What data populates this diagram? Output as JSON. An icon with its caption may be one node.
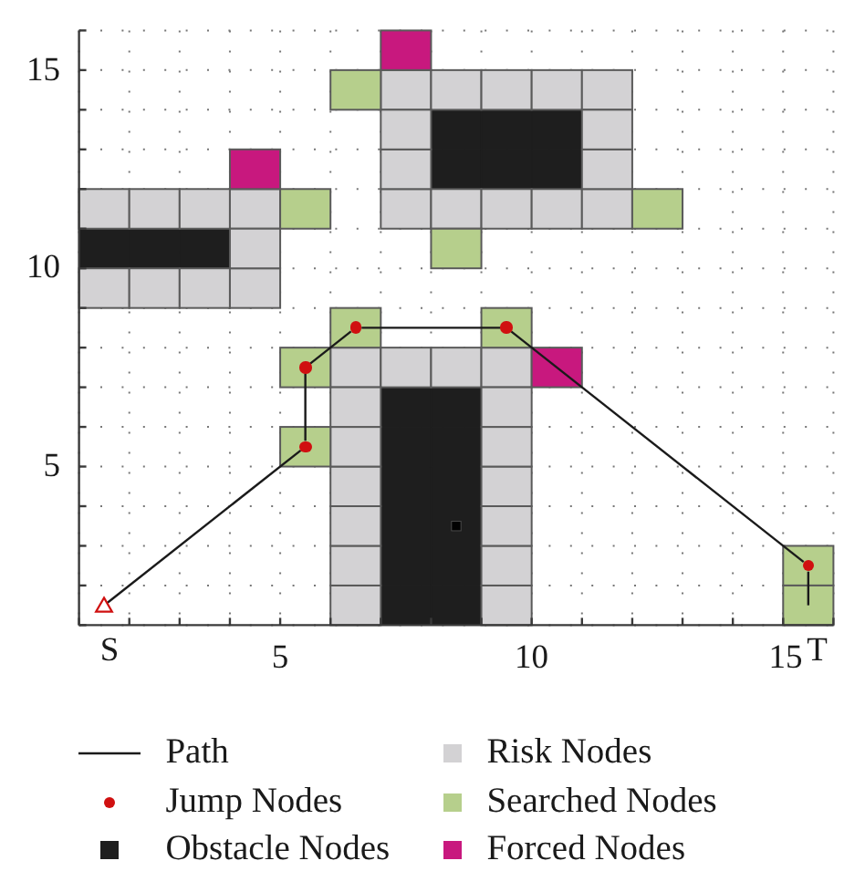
{
  "diagram": {
    "nodes": [
      {
        "text": [],
        "shape": "triangle"
      },
      {
        "text": [],
        "shape": "circle"
      },
      {
        "text": [],
        "shape": "circle"
      },
      {
        "text": [],
        "shape": "circle"
      },
      {
        "text": [],
        "shape": "circle"
      },
      {
        "text": [],
        "shape": "circle"
      }
    ],
    "edges": [
      {
        "from": 0,
        "to": 1,
        "arrow": "none"
      },
      {
        "from": 1,
        "to": 2,
        "arrow": "none"
      },
      {
        "from": 2,
        "to": 3,
        "arrow": "none"
      },
      {
        "from": 3,
        "to": 4,
        "arrow": "none"
      },
      {
        "from": 4,
        "to": 5,
        "arrow": "none"
      },
      {
        "from": 5,
        "to": null,
        "arrow": "none"
      }
    ],
    "labels": [
      "15",
      "10",
      "5",
      "S",
      "5",
      "10",
      "15",
      "T"
    ],
    "legend": [
      {
        "text": "Path"
      },
      {
        "text": "Jump Nodes",
        "color": "#d01010"
      },
      {
        "text": "Obstacle Nodes",
        "color": "#1e1e1e"
      },
      {
        "text": "Risk Nodes",
        "color": "#d3d2d4"
      },
      {
        "text": "Searched Nodes",
        "color": "#b6cf8c"
      },
      {
        "text": "Forced Nodes",
        "color": "#c8187e"
      }
    ]
  }
}
